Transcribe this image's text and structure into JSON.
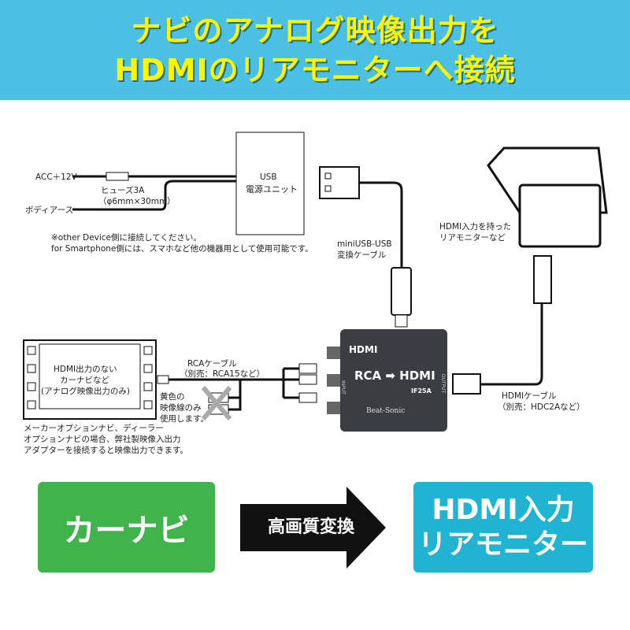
{
  "title": {
    "line1": "ナビのアナログ映像出力を",
    "line2": "HDMIのリアモニターへ接続"
  },
  "labels": {
    "acc": "ACC＋12V",
    "body_earth": "ボディアース",
    "fuse1": "ヒューズ3A",
    "fuse2": "（φ6mm×30mm）",
    "usb_unit1": "USB",
    "usb_unit2": "電源ユニット",
    "note1": "※other Device側に接続してください。",
    "note2": "for Smartphone側には、スマホなど他の機器用として使用可能です。",
    "mini1": "miniUSB-USB",
    "mini2": "変換ケーブル",
    "monitor1": "HDMI入力を持った",
    "monitor2": "リアモニターなど",
    "navi1": "HDMI出力のない",
    "navi2": "カーナビなど",
    "navi3": "(アナログ映像出力のみ)",
    "rca1": "RCAケーブル",
    "rca2": "（別売：RCA15など）",
    "yellow1": "黄色の",
    "yellow2": "映像線のみ",
    "yellow3": "使用します。",
    "maker1": "メーカーオプションナビ、ディーラー",
    "maker2": "オプションナビの場合、弊社製映像入出力",
    "maker3": "アダプターを接続すると映像出力できます。",
    "hdmi_cable1": "HDMIケーブル",
    "hdmi_cable2": "（別売：HDC2Aなど）",
    "device_logo": "HDMI",
    "device_main": "RCA ➡ HDMI",
    "device_model": "IF25A",
    "device_brand": "Beat-Sonic",
    "device_input": "INPUT",
    "device_output": "OUTPUT"
  },
  "bottom": {
    "left": "カーナビ",
    "arrow": "高画質変換",
    "right1": "HDMI入力",
    "right2": "リアモニター"
  }
}
